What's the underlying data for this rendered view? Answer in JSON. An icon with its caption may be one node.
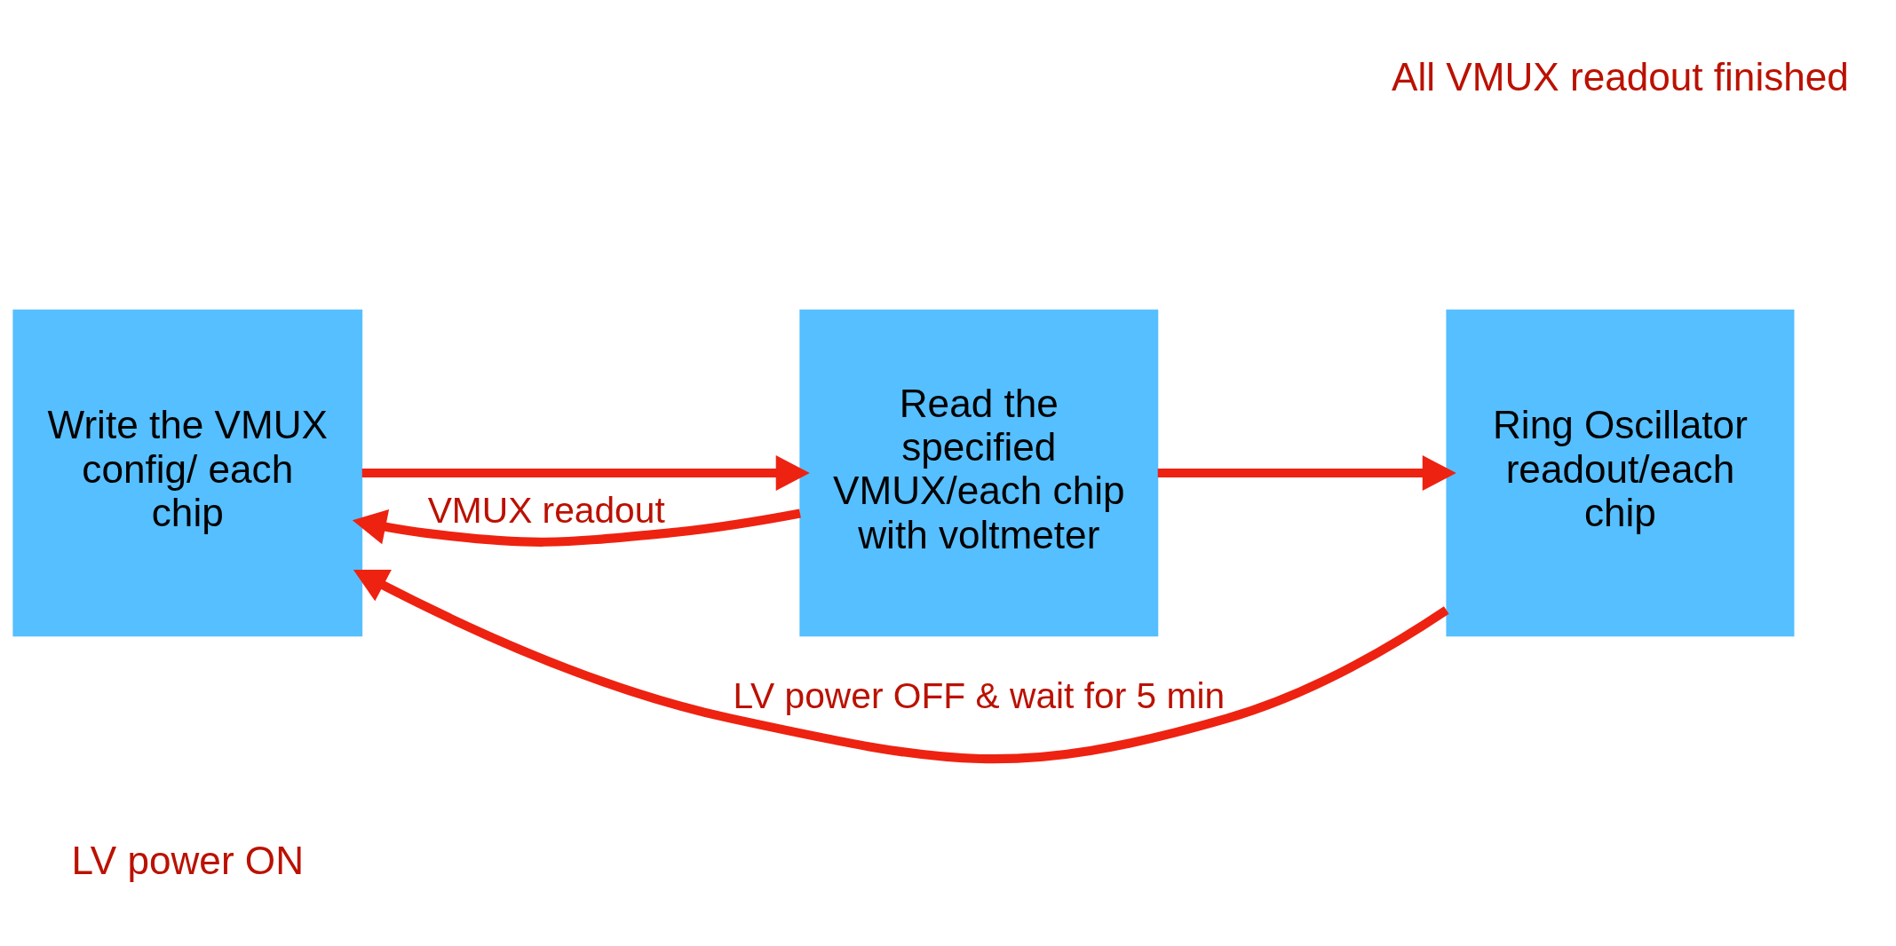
{
  "diagram": {
    "nodes": [
      {
        "text": [
          "Write the VMUX config/ each chip"
        ]
      },
      {
        "text": [
          "Read the specified VMUX/each chip with voltmeter"
        ]
      },
      {
        "text": [
          "Ring Oscillator readout/each chip"
        ]
      }
    ],
    "edges": [
      {
        "from": 0,
        "to": 1,
        "arrow": "to"
      },
      {
        "from": 1,
        "to": 2,
        "arrow": "to"
      },
      {
        "from": 1,
        "to": 0,
        "arrow": "to",
        "label": "VMUX readout"
      },
      {
        "from": 2,
        "to": 0,
        "arrow": "to",
        "label": "LV power OFF & wait for 5 min"
      }
    ],
    "labels": [
      "All VMUX readout finished",
      "LV power ON"
    ]
  }
}
